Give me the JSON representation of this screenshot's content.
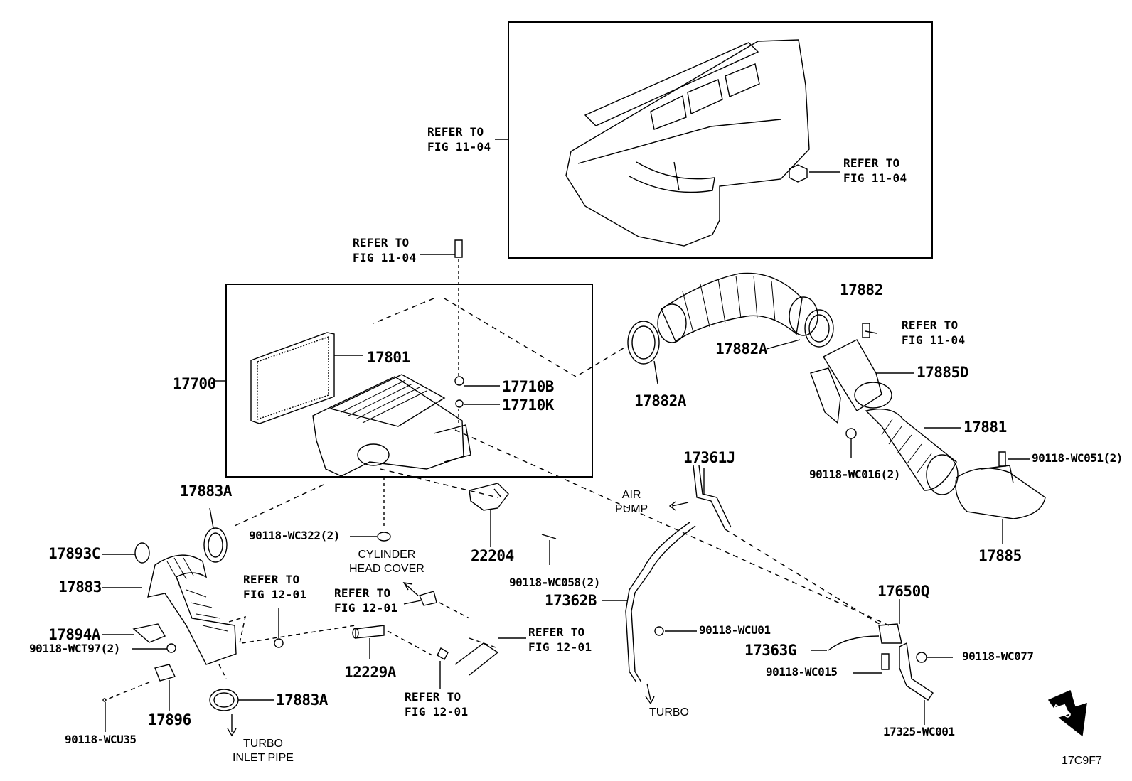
{
  "refer_1104": "REFER TO\nFIG 11-04",
  "refer_1201": "REFER TO\nFIG 12-01",
  "parts": {
    "p17882": "17882",
    "p17882a": "17882A",
    "p17885d": "17885D",
    "p17881": "17881",
    "p17885": "17885",
    "p17801": "17801",
    "p17700": "17700",
    "p17710b": "17710B",
    "p17710k": "17710K",
    "p17883a": "17883A",
    "p17893c": "17893C",
    "p17883": "17883",
    "p17894a": "17894A",
    "p17896": "17896",
    "p12229a": "12229A",
    "p22204": "22204",
    "p17361j": "17361J",
    "p17362b": "17362B",
    "p17650q": "17650Q",
    "p17363g": "17363G"
  },
  "fasteners": {
    "wc016": "90118-WC016(2)",
    "wc051": "90118-WC051(2)",
    "wc322": "90118-WC322(2)",
    "wc058": "90118-WC058(2)",
    "wct97": "90118-WCT97(2)",
    "wcu35": "90118-WCU35",
    "wcu01": "90118-WCU01",
    "wc015": "90118-WC015",
    "wc077": "90118-WC077",
    "wc001": "17325-WC001"
  },
  "notes": {
    "air_pump": "AIR\nPUMP",
    "cylinder_head_cover": "CYLINDER\nHEAD COVER",
    "turbo": "TURBO",
    "turbo_inlet_pipe": "TURBO\nINLET PIPE",
    "fwd": "FWD",
    "figure_code": "17C9F7"
  }
}
